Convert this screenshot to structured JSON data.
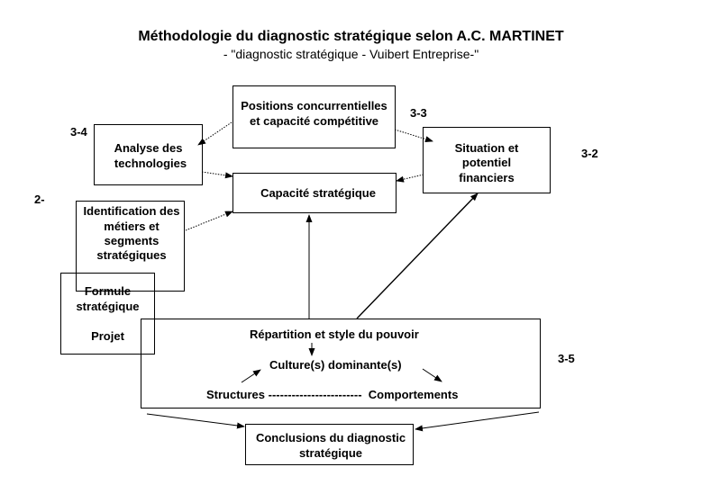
{
  "title": "Méthodologie du diagnostic stratégique selon A.C. MARTINET",
  "subtitle": "- \"diagnostic stratégique - Vuibert Entreprise-\"",
  "nodes": {
    "positions": {
      "line1": "Positions concurrentielles",
      "line2": "et capacité compétitive"
    },
    "technologies": {
      "line1": "Analyse des",
      "line2": "technologies"
    },
    "situation": {
      "line1": "Situation et",
      "line2": "potentiel",
      "line3": "financiers"
    },
    "capacite": {
      "label": "Capacité stratégique"
    },
    "identification": {
      "line1": "Identification des",
      "line2": "métiers et",
      "line3": "segments",
      "line4": "stratégiques"
    },
    "formule": {
      "line1": "Formule",
      "line2": "stratégique",
      "line3": "Projet"
    },
    "pouvoir": {
      "repartition": "Répartition et style du pouvoir",
      "culture": "Culture(s) dominante(s)",
      "structures": "Structures ------------------------  Comportements"
    },
    "conclusions": {
      "line1": "Conclusions du diagnostic",
      "line2": "stratégique"
    }
  },
  "section_labels": {
    "s34": "3-4",
    "s33": "3-3",
    "s32": "3-2",
    "s2": "2-",
    "s35": "3-5"
  }
}
